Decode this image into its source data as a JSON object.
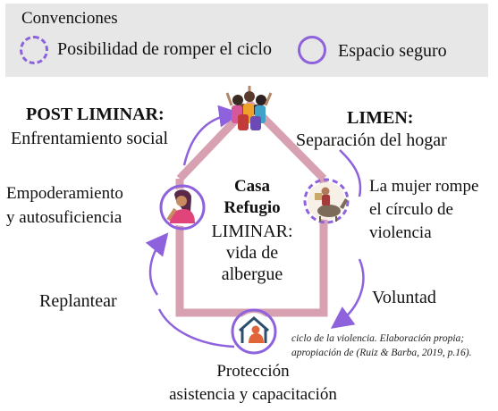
{
  "legend": {
    "title": "Convenciones",
    "dashed_label": "Posibilidad de romper el ciclo",
    "solid_label": "Espacio seguro"
  },
  "stages": {
    "post_liminar_title": "POST LIMINAR:",
    "post_liminar_subtitle": "Enfrentamiento social",
    "limen_title": "LIMEN:",
    "limen_subtitle": "Separación del hogar",
    "empoderamiento_line1": "Empoderamiento",
    "empoderamiento_line2": "y autosuficiencia",
    "rompe_line1": "La mujer rompe",
    "rompe_line2": "el círculo de",
    "rompe_line3": "violencia",
    "replantear": "Replantear",
    "voluntad": "Voluntad",
    "proteccion_line1": "Protección",
    "proteccion_line2": "asistencia y capacitación"
  },
  "center": {
    "line1": "Casa",
    "line2": "Refugio",
    "line3": "LIMINAR:",
    "line4": "vida de",
    "line5": "albergue"
  },
  "caption": {
    "line1": "ciclo de la violencia. Elaboración propia;",
    "line2": "apropiación de (Ruiz & Barba, 2019, p.16)."
  },
  "colors": {
    "house_outline": "#d7a1b2",
    "purple": "#8d62dc",
    "legend_bg": "#e7e7e7"
  },
  "icons": [
    "crowd-icon",
    "woman-icon",
    "donkey-rider-icon",
    "shelter-icon"
  ]
}
